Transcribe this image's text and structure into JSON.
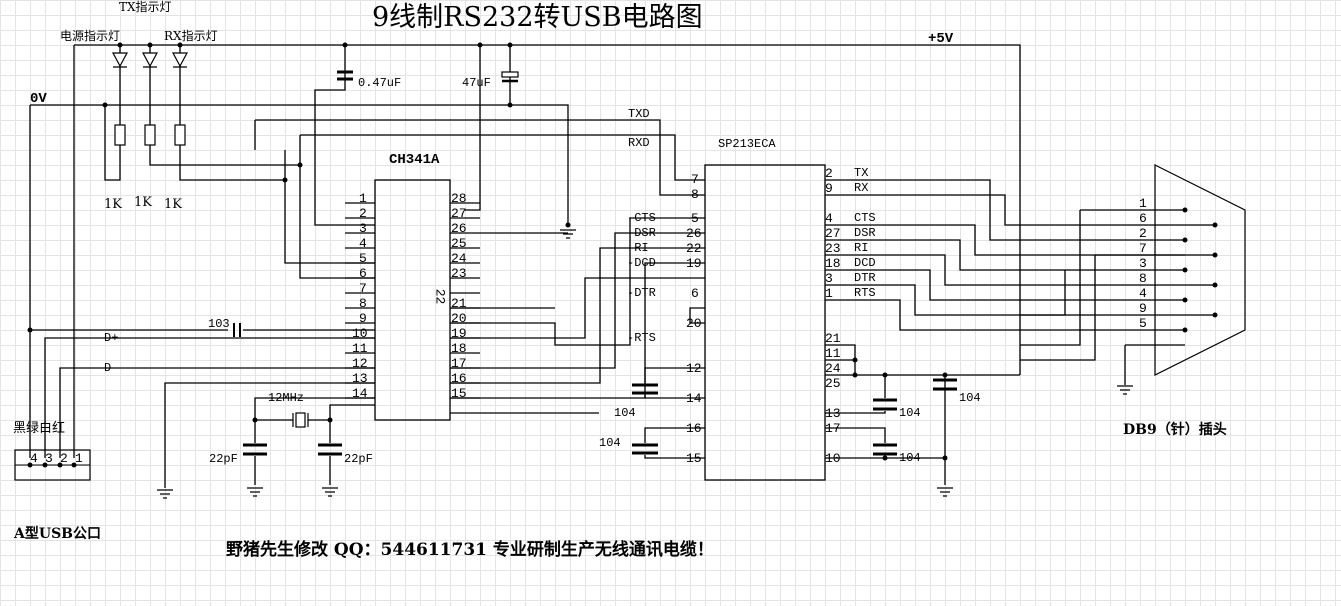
{
  "title": "9线制RS232转USB电路图",
  "power": {
    "vcc_label": "+5V",
    "gnd_label": "0V"
  },
  "leds": {
    "power_led": "电源指示灯",
    "tx_led": "TX指示灯",
    "rx_led": "RX指示灯",
    "resistors": [
      "1K",
      "1K",
      "1K"
    ]
  },
  "capacitors": {
    "c1": "0.47uF",
    "c2": "47uF",
    "c3": "103",
    "xtal_caps": [
      "22pF",
      "22pF"
    ],
    "sp_caps": [
      "104",
      "104",
      "104",
      "104",
      "104"
    ]
  },
  "crystal": "12MHz",
  "ch341a": {
    "name": "CH341A",
    "left_pins": [
      "1",
      "2",
      "3",
      "4",
      "5",
      "6",
      "7",
      "8",
      "9",
      "10",
      "11",
      "12",
      "13",
      "14"
    ],
    "right_pins": [
      "28",
      "27",
      "26",
      "25",
      "24",
      "23",
      "22",
      "21",
      "20",
      "19",
      "18",
      "17",
      "16",
      "15"
    ]
  },
  "sp213": {
    "name": "SP213ECA",
    "left_pins": [
      "7",
      "8",
      "5",
      "26",
      "22",
      "19",
      "6",
      "20",
      "12",
      "14",
      "16",
      "15"
    ],
    "left_signals": [
      "-CTS",
      "-DSR",
      "-RI",
      "-DCD",
      "-DTR",
      "-RTS"
    ],
    "right_pins": [
      "2",
      "9",
      "4",
      "27",
      "23",
      "18",
      "3",
      "1",
      "21",
      "11",
      "24",
      "25",
      "13",
      "17",
      "10"
    ],
    "right_signals": [
      "TX",
      "RX",
      "CTS",
      "DSR",
      "RI",
      "DCD",
      "DTR",
      "RTS"
    ]
  },
  "nets": {
    "txd": "TXD",
    "rxd": "RXD",
    "dplus": "D+",
    "dminus": "D-"
  },
  "usb": {
    "colors_label": "黑绿白红",
    "pins": [
      "4",
      "3",
      "2",
      "1"
    ],
    "caption": "A型USB公口"
  },
  "db9": {
    "pins": [
      "1",
      "6",
      "2",
      "7",
      "3",
      "8",
      "4",
      "9",
      "5"
    ],
    "caption": "DB9（针）插头"
  },
  "footer": "野猪先生修改 QQ：544611731   专业研制生产无线通讯电缆！"
}
